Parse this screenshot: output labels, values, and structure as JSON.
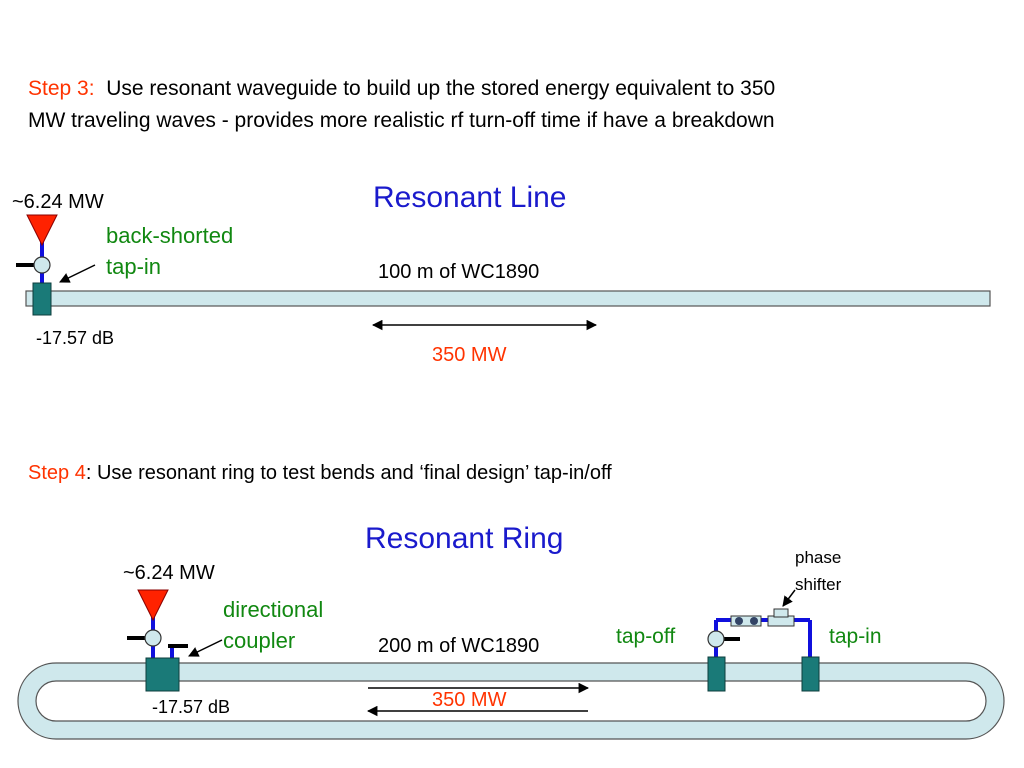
{
  "step3": {
    "label": "Step 3:",
    "line1": "  Use resonant waveguide to build up the stored energy equivalent to 350",
    "line2": "MW  traveling waves - provides more realistic rf turn-off time if have a breakdown"
  },
  "line_section": {
    "title": "Resonant Line",
    "source_power": "~6.24 MW",
    "coupler_label_1": "back-shorted",
    "coupler_label_2": "tap-in",
    "waveguide_label": "100 m of WC1890",
    "coupling": "-17.57 dB",
    "equiv_power": "350 MW"
  },
  "step4": {
    "label": "Step 4",
    "text": ": Use resonant ring to test bends and ‘final design’ tap-in/off"
  },
  "ring_section": {
    "title": "Resonant Ring",
    "source_power": "~6.24 MW",
    "coupler_label_1": "directional",
    "coupler_label_2": "coupler",
    "waveguide_label": "200 m of WC1890",
    "coupling": "-17.57 dB",
    "equiv_power": "350 MW",
    "phase_shifter_1": "phase",
    "phase_shifter_2": "shifter",
    "tap_off": "tap-off",
    "tap_in": "tap-in"
  },
  "colors": {
    "waveguide_fill": "#cfe8ec",
    "coupler_fill": "#1a7a78",
    "klystron_red": "#ff2200",
    "feed_blue": "#1010dd",
    "step_label": "#ff3300",
    "heading_blue": "#1a1acc",
    "label_green": "#118811"
  }
}
